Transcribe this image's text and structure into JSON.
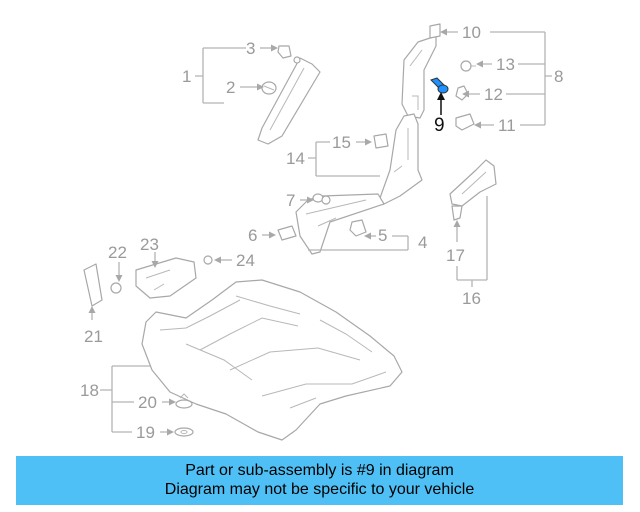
{
  "callouts": {
    "c1": "1",
    "c2": "2",
    "c3": "3",
    "c4": "4",
    "c5": "5",
    "c6": "6",
    "c7": "7",
    "c8": "8",
    "c9": "9",
    "c10": "10",
    "c11": "11",
    "c12": "12",
    "c13": "13",
    "c14": "14",
    "c15": "15",
    "c16": "16",
    "c17": "17",
    "c18": "18",
    "c19": "19",
    "c20": "20",
    "c21": "21",
    "c22": "22",
    "c23": "23",
    "c24": "24"
  },
  "highlighted_part": "9",
  "banner": {
    "line1": "Part or sub-assembly is #9 in diagram",
    "line2": "Diagram may not be specific to your vehicle"
  },
  "colors": {
    "banner_bg": "#4fc0f5",
    "highlight_part": "#1e90ff",
    "lines": "#b3b3b3"
  }
}
